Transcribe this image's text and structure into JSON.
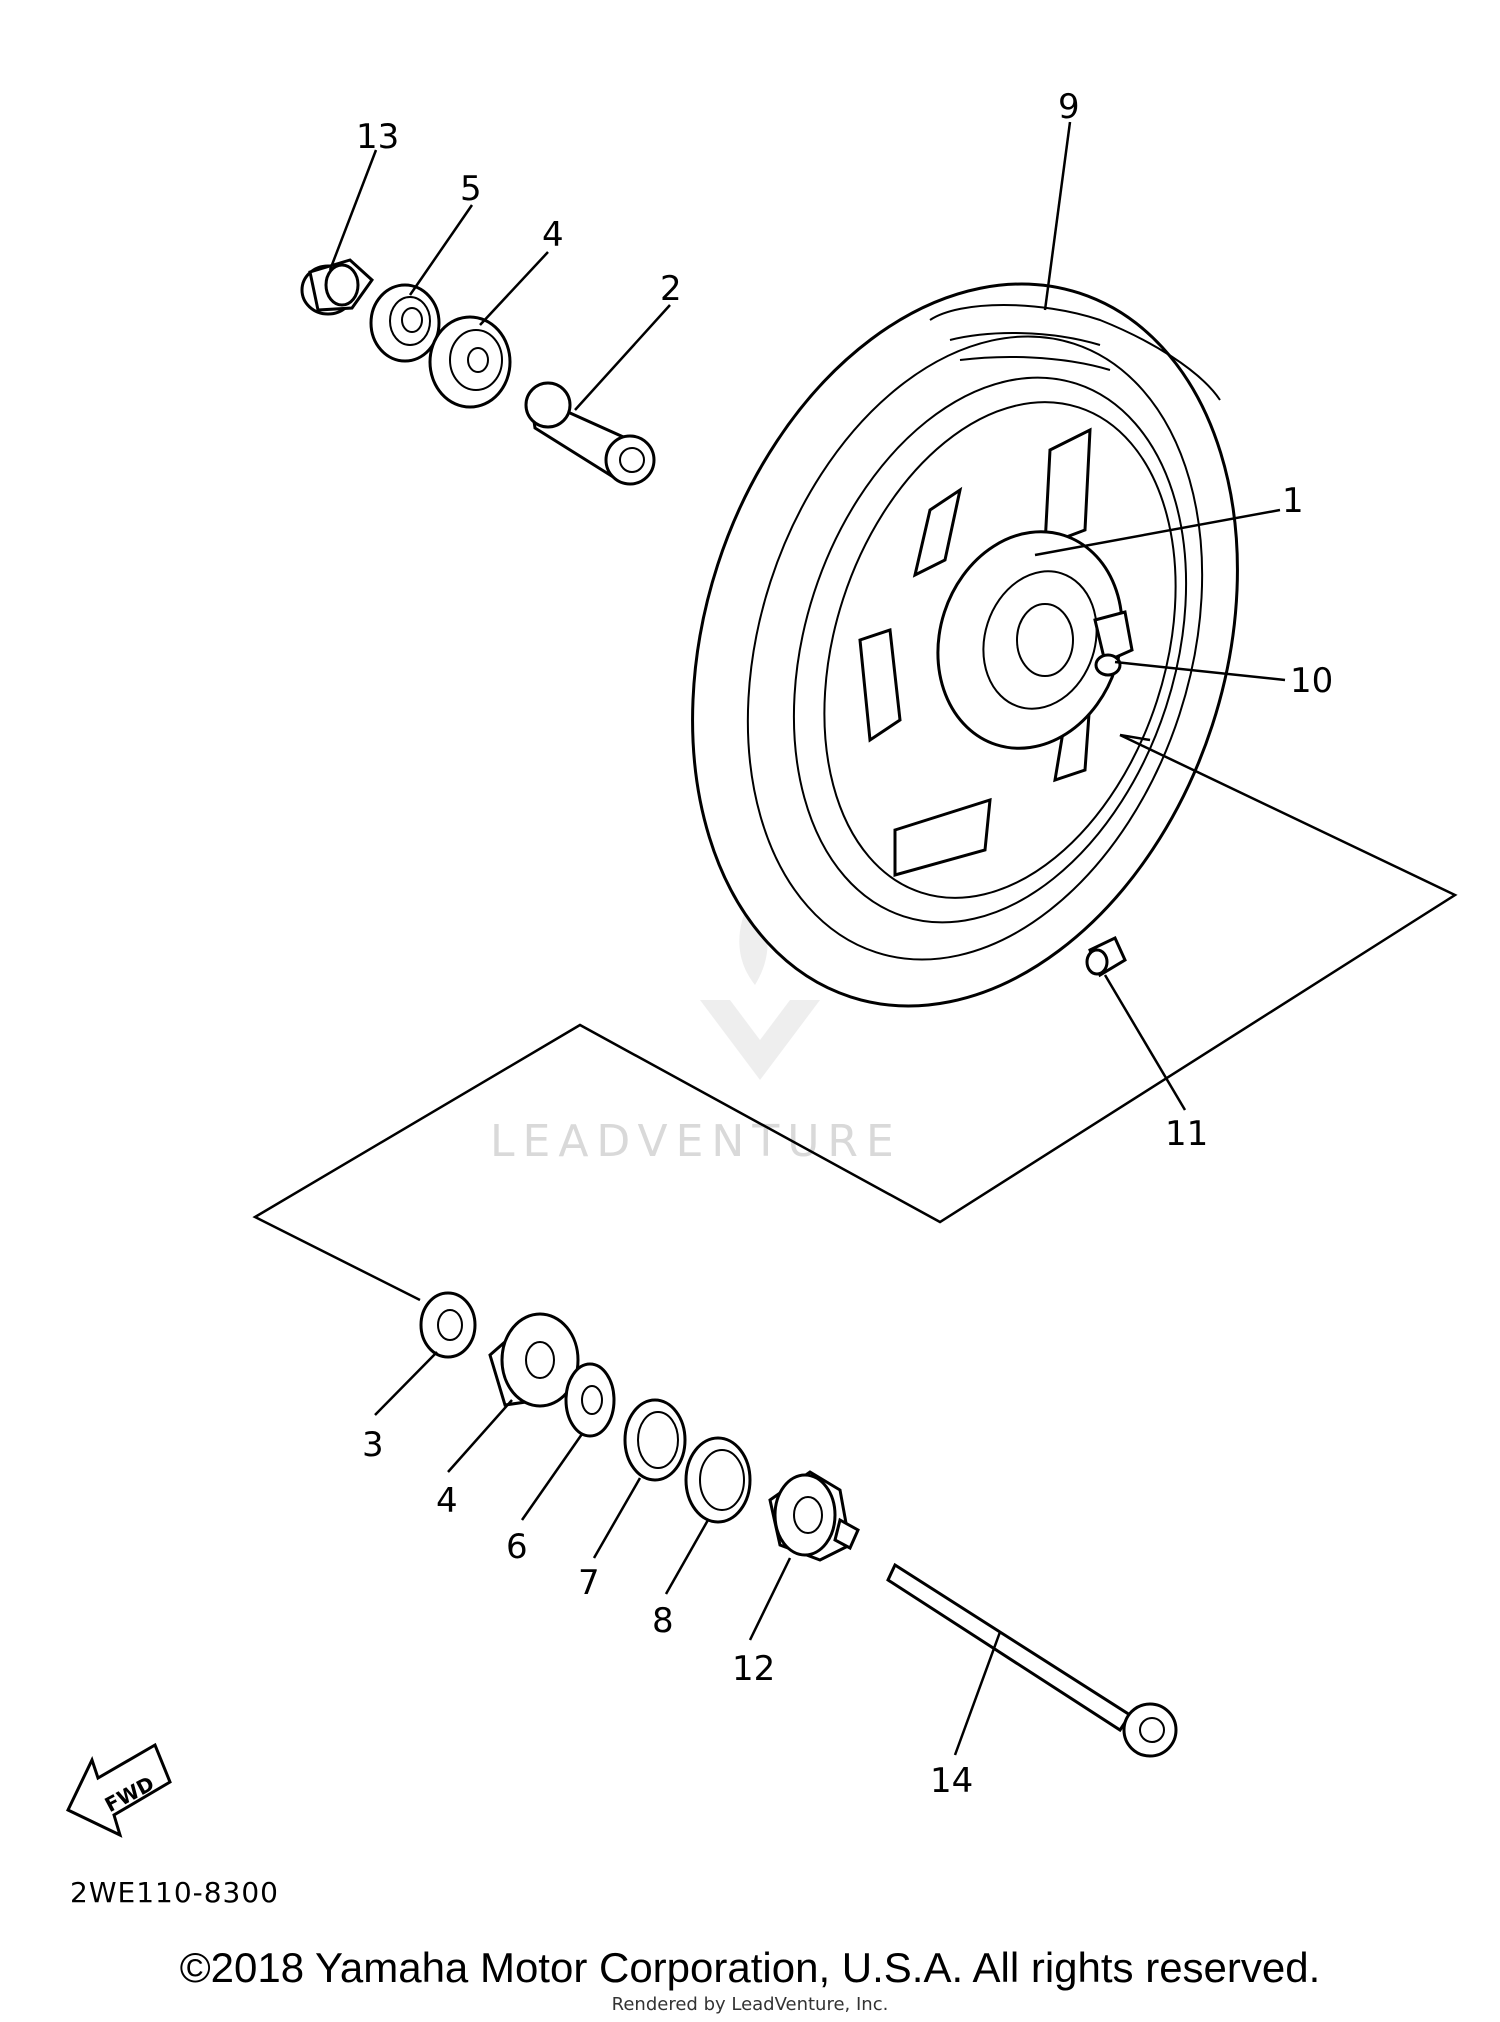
{
  "diagram": {
    "callouts": {
      "p1": "1",
      "p2": "2",
      "p3": "3",
      "p4a": "4",
      "p4b": "4",
      "p5": "5",
      "p6": "6",
      "p7": "7",
      "p8": "8",
      "p9": "9",
      "p10": "10",
      "p11": "11",
      "p12": "12",
      "p13": "13",
      "p14": "14"
    },
    "fwd_label": "FWD",
    "watermark": "LEADVENTURE",
    "code": "2WE110-8300"
  },
  "footer": {
    "copyright": "©2018 Yamaha Motor Corporation, U.S.A. All rights reserved.",
    "rendered_by": "Rendered by LeadVenture, Inc."
  }
}
